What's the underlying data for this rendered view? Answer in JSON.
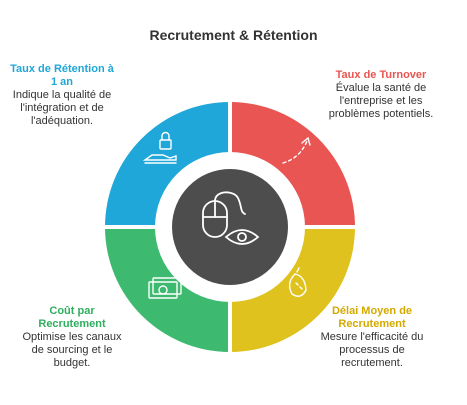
{
  "title": "Recrutement & Rétention",
  "colors": {
    "blue": "#1ea7d8",
    "red": "#e85552",
    "yellow": "#e0c21e",
    "green": "#3dba6f",
    "center": "#4d4d4d",
    "ring_inner": "#ffffff"
  },
  "sections": {
    "retention": {
      "heading": "Taux de Rétention à 1 an",
      "heading_color": "#1ea7d8",
      "text": "Indique la qualité de l'intégration et de l'adéquation.",
      "icon": "lock-hand-icon"
    },
    "turnover": {
      "heading": "Taux de Turnover",
      "heading_color": "#e85552",
      "text": "Évalue la santé de l'entreprise et les problèmes potentiels.",
      "icon": "trend-arrow-icon"
    },
    "delai": {
      "heading": "Délai Moyen de Recrutement",
      "heading_color": "#d4a900",
      "text": "Mesure l'efficacité du processus de recrutement.",
      "icon": "stopwatch-icon"
    },
    "cout": {
      "heading": "Coût par Recrutement",
      "heading_color": "#2fae5e",
      "text": "Optimise les canaux de sourcing et le budget.",
      "icon": "banknote-icon"
    }
  },
  "center_icon": "mouse-eye-icon"
}
